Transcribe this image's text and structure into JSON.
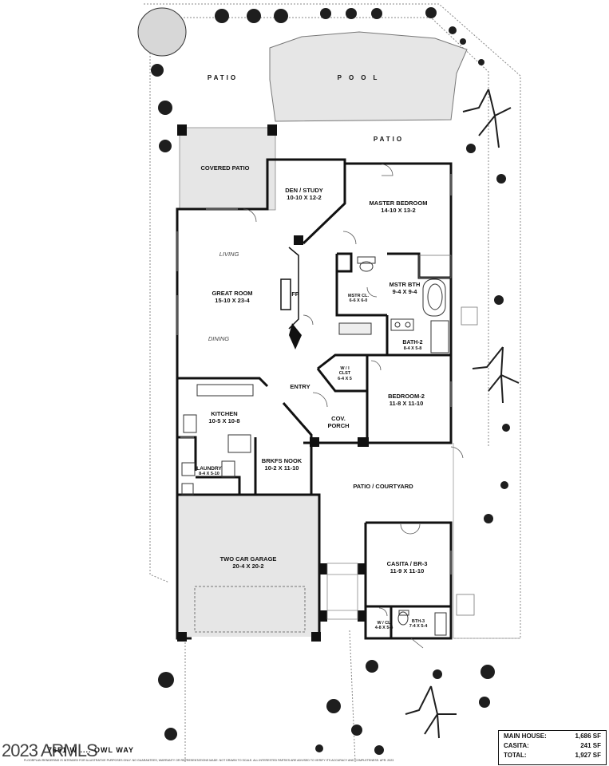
{
  "rooms": {
    "patio_top": "PATIO",
    "pool": "POOL",
    "patio_right": "PATIO",
    "covered_patio": "COVERED PATIO",
    "den": {
      "name": "DEN / STUDY",
      "dim": "10-10 X 12-2"
    },
    "master_bedroom": {
      "name": "MASTER BEDROOM",
      "dim": "14-10  X  13-2"
    },
    "living": "LIVING",
    "great_room": {
      "name": "GREAT ROOM",
      "dim": "15-10  X  23-4"
    },
    "fp": "FP",
    "mstr_cl": {
      "name": "MSTR CL.",
      "dim": "6-6 X 6-0"
    },
    "mstr_bth": {
      "name": "MSTR BTH",
      "dim": "9-4  X  9-4"
    },
    "dining": "DINING",
    "bath2": {
      "name": "BATH-2",
      "dim": "8-4 X 5-8"
    },
    "wicl": {
      "name": "W / I",
      "name2": "CLST",
      "dim": "6-4 X 5"
    },
    "entry": "ENTRY",
    "bedroom2": {
      "name": "BEDROOM-2",
      "dim": "11-8 X 11-10"
    },
    "kitchen": {
      "name": "KITCHEN",
      "dim": "10-5 X 10-8"
    },
    "cov_porch": {
      "name": "COV.",
      "name2": "PORCH"
    },
    "brkfs_nook": {
      "name": "BRKFS NOOK",
      "dim": "10-2  X  11-10"
    },
    "laundry": {
      "name": "LAUNDRY",
      "dim": "8-4 X 5-10"
    },
    "patio_courtyard": "PATIO / COURTYARD",
    "garage": {
      "name": "TWO CAR GARAGE",
      "dim": "20-4  X  20-2"
    },
    "casita": {
      "name": "CASITA / BR-3",
      "dim": "11-9  X  11-10"
    },
    "wcl3": {
      "name": "W / CL",
      "dim": "4-8 X 5-4"
    },
    "bth3": {
      "name": "BTH-3",
      "dim": "7-4 X 5-4"
    }
  },
  "totals": {
    "main_label": "MAIN HOUSE:",
    "main_value": "1,686 SF",
    "casita_label": "CASITA:",
    "casita_value": "241 SF",
    "total_label": "TOTAL:",
    "total_value": "1,927 SF"
  },
  "address": "7651 W .... OWL WAY",
  "watermark": "2023 ARMLS",
  "footer_note": "FLOORPLAN RENDERING IS INTENDED FOR ILLUSTRATIVE PURPOSES ONLY. NO GUARANTEES, WARRANTY OR REPRESENTATIONS MADE. NOT DRAWN TO SCALE. ALL INTERESTED PARTIES ARE ADVISED TO VERIFY ITS ACCURACY AND COMPLETENESS. APR. 2023",
  "colors": {
    "wall": "#111111",
    "fill": "#e6e6e6",
    "line": "#555555",
    "shrub": "#1e1e1e"
  }
}
